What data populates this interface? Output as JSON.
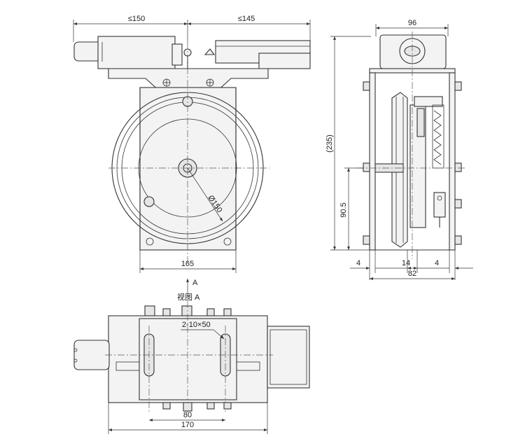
{
  "front_view": {
    "dim_left": "≤150",
    "dim_right": "≤145",
    "dim_diameter": "Ø150",
    "dim_width": "165",
    "view_arrow": "A"
  },
  "side_view": {
    "dim_top": "96",
    "dim_height": "(235)",
    "dim_axis": "90.5",
    "dim_gap_left": "4",
    "dim_mid": "14",
    "dim_gap_right": "4",
    "dim_width": "82"
  },
  "view_a": {
    "title": "视图 A",
    "slot_note": "2-10×50",
    "dim_slot_pitch": "80",
    "dim_length": "170"
  }
}
